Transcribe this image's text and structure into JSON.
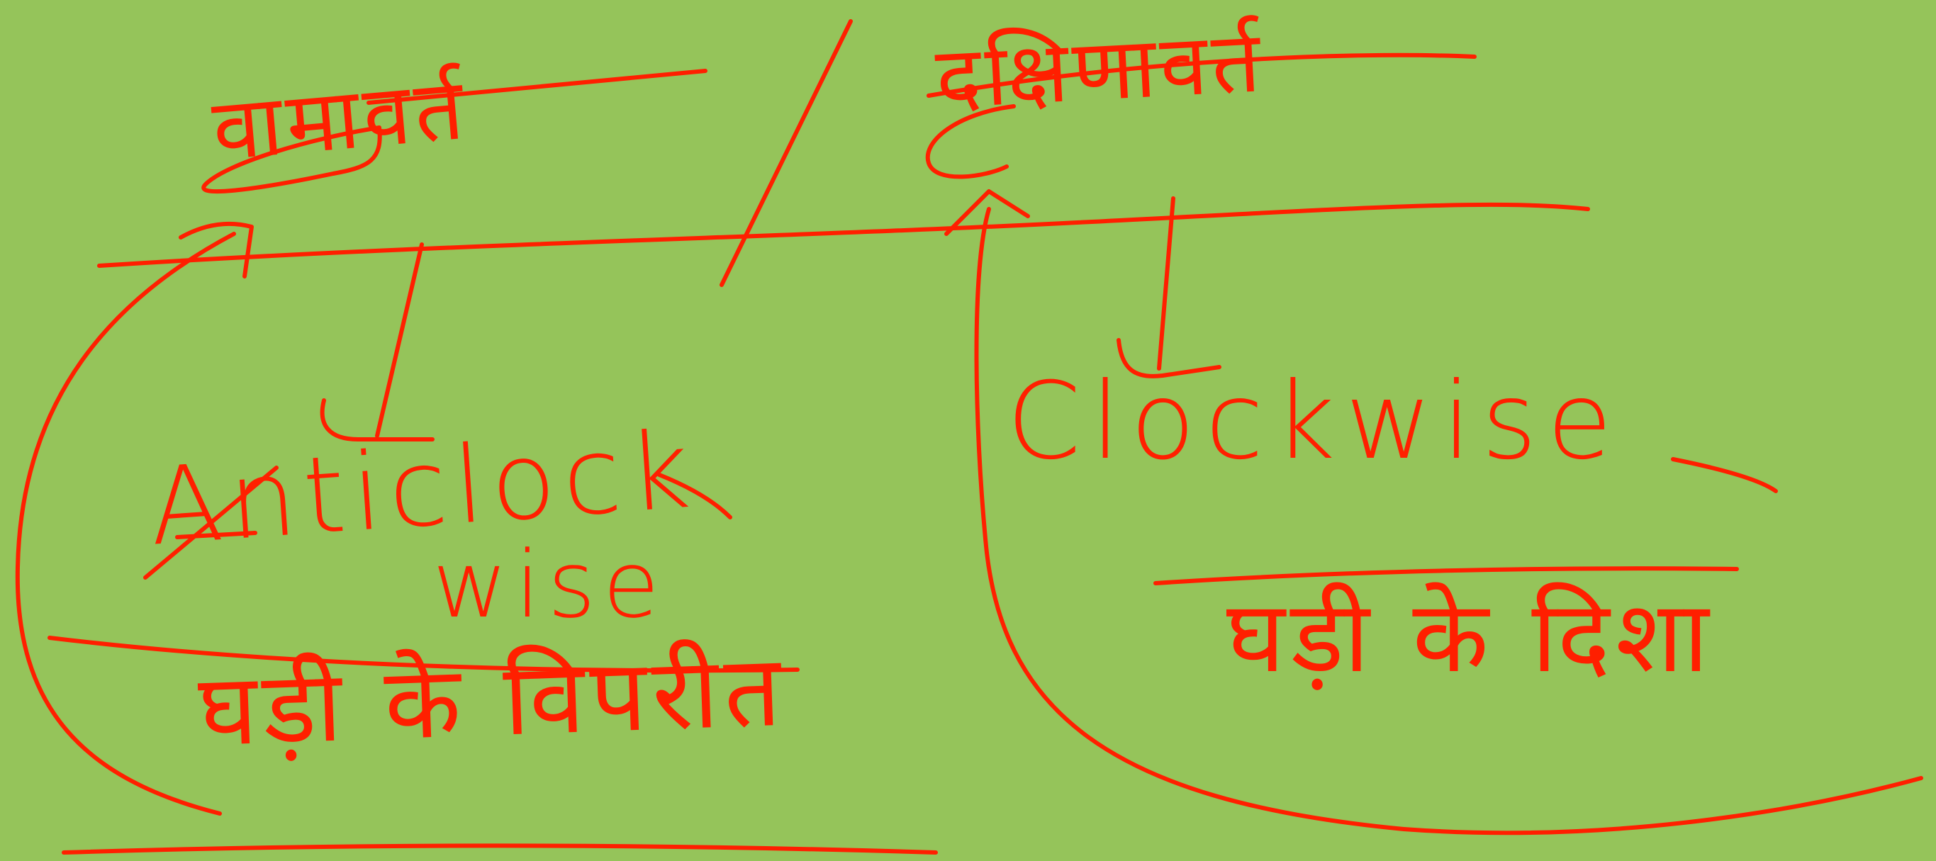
{
  "board": {
    "background_color": "#95c45a",
    "ink_color": "#ff1f00"
  },
  "left_branch": {
    "title": "वामावर्त",
    "english": "Anticlock",
    "english_line2": "wise",
    "hindi_caption": "घड़ी के विपरीत"
  },
  "right_branch": {
    "title": "दक्षिणावर्त",
    "english": "Clockwise",
    "hindi_caption": "घड़ी के दिशा"
  }
}
